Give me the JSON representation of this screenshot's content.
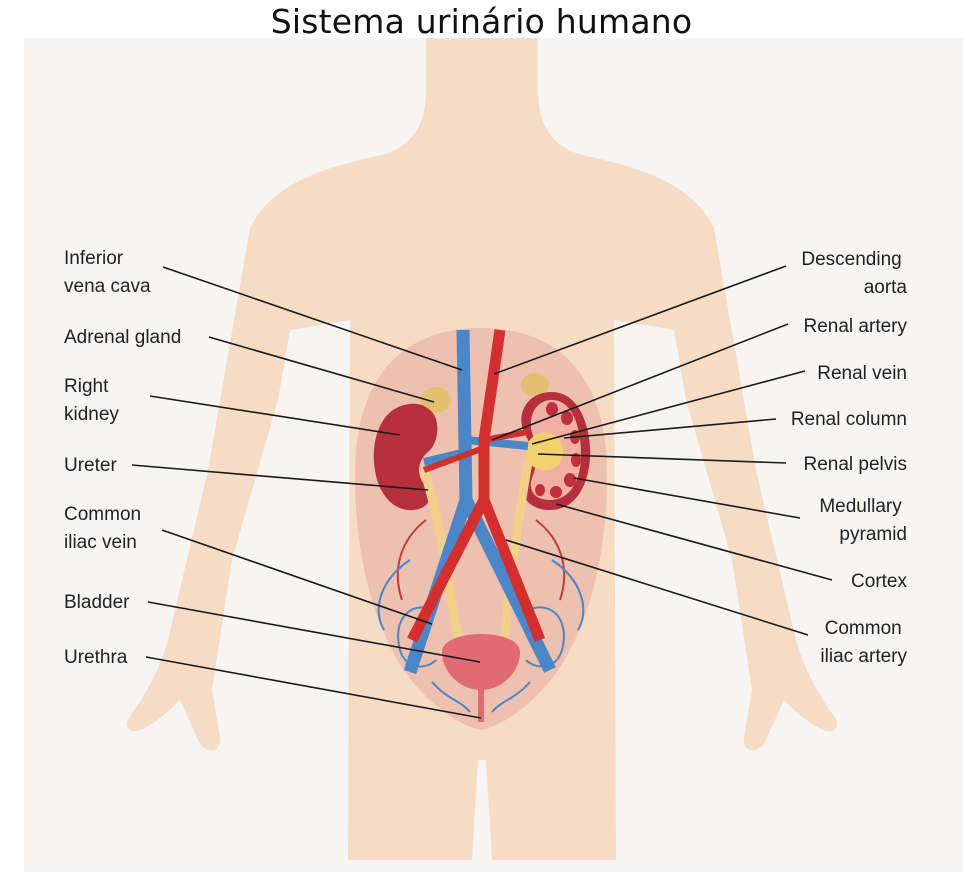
{
  "title": "Sistema urinário humano",
  "labels": {
    "left": {
      "inferior_vena_cava": [
        "Inferior",
        "vena cava"
      ],
      "adrenal_gland": [
        "Adrenal gland"
      ],
      "right_kidney": [
        "Right",
        "kidney"
      ],
      "ureter": [
        "Ureter"
      ],
      "common_iliac_vein": [
        "Common",
        "iliac vein"
      ],
      "bladder": [
        "Bladder"
      ],
      "urethra": [
        "Urethra"
      ]
    },
    "right": {
      "descending_aorta": [
        "Descending",
        "aorta"
      ],
      "renal_artery": [
        "Renal artery"
      ],
      "renal_vein": [
        "Renal vein"
      ],
      "renal_column": [
        "Renal column"
      ],
      "renal_pelvis": [
        "Renal pelvis"
      ],
      "medullary_pyramid": [
        "Medullary",
        "pyramid"
      ],
      "cortex": [
        "Cortex"
      ],
      "common_iliac_artery": [
        "Common",
        "iliac artery"
      ]
    }
  },
  "colors": {
    "skin": "#f7dcc5",
    "abdomen": "#eec0b0",
    "vein": "#4a86c8",
    "artery": "#d32f2f",
    "kidney_dark": "#b5303a",
    "kidney_light": "#f0b0a4",
    "adrenal": "#e3c070",
    "ureter": "#f0d08a",
    "bladder": "#e26a72"
  }
}
